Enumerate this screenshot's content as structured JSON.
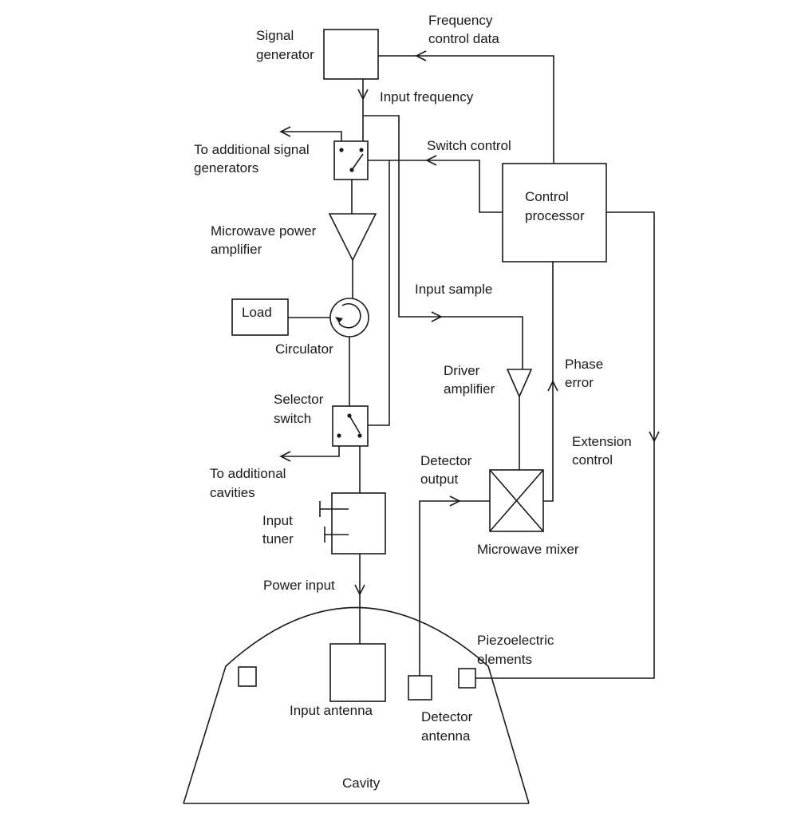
{
  "diagram": {
    "labels": {
      "signal_generator": [
        "Signal",
        "generator"
      ],
      "frequency_control_data": [
        "Frequency",
        "control data"
      ],
      "input_frequency": "Input frequency",
      "to_additional_signal_generators": [
        "To additional signal",
        "generators"
      ],
      "switch_control": "Switch control",
      "control_processor": [
        "Control",
        "processor"
      ],
      "microwave_power_amplifier": [
        "Microwave power",
        "amplifier"
      ],
      "input_sample": "Input sample",
      "load": "Load",
      "circulator": "Circulator",
      "driver_amplifier": [
        "Driver",
        "amplifier"
      ],
      "phase_error": [
        "Phase",
        "error"
      ],
      "selector_switch": [
        "Selector",
        "switch"
      ],
      "extension_control": [
        "Extension",
        "control"
      ],
      "to_additional_cavities": [
        "To additional",
        "cavities"
      ],
      "detector_output": [
        "Detector",
        "output"
      ],
      "input_tuner": [
        "Input",
        "tuner"
      ],
      "microwave_mixer": "Microwave mixer",
      "power_input": "Power input",
      "piezoelectric_elements": [
        "Piezoelectric",
        "elements"
      ],
      "input_antenna": "Input antenna",
      "detector_antenna": [
        "Detector",
        "antenna"
      ],
      "cavity": "Cavity"
    }
  }
}
